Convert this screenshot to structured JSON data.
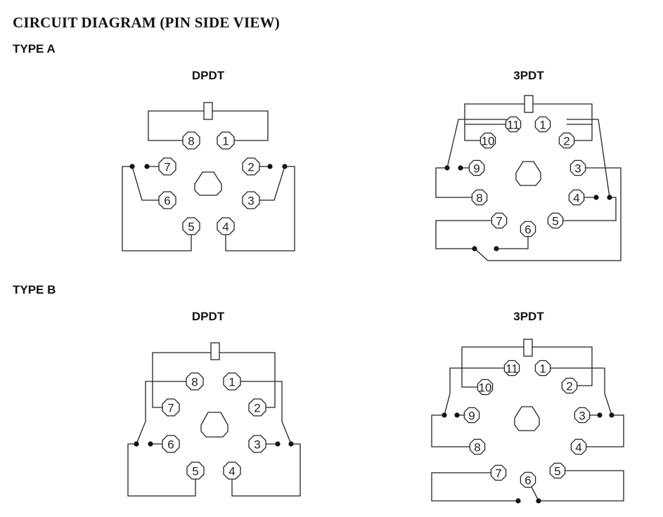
{
  "title": "CIRCUIT DIAGRAM (PIN SIDE VIEW)",
  "type_a": {
    "label": "TYPE A",
    "dpdt_title": "DPDT",
    "tpdt_title": "3PDT"
  },
  "type_b": {
    "label": "TYPE B",
    "dpdt_title": "DPDT",
    "tpdt_title": "3PDT"
  },
  "pins_dpdt": [
    "1",
    "2",
    "3",
    "4",
    "5",
    "6",
    "7",
    "8"
  ],
  "pins_3pdt": [
    "1",
    "2",
    "3",
    "4",
    "5",
    "6",
    "7",
    "8",
    "9",
    "10",
    "11"
  ]
}
